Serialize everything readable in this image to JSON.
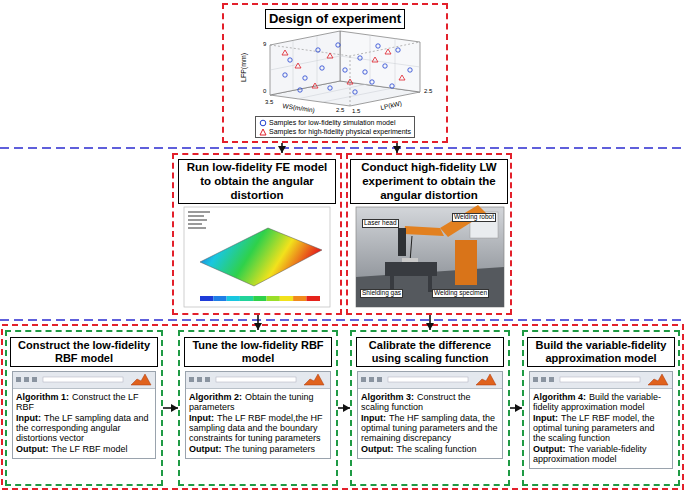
{
  "diagram": {
    "nodes": [
      {
        "text": [
          "Design of experiment"
        ]
      },
      {
        "text": [
          "Run low-fidelity FE model to obtain the angular distortion"
        ]
      },
      {
        "text": [
          "Conduct high-fidelity LW experiment to obtain the angular distortion"
        ]
      },
      {
        "text": [
          "Construct the low-fidelity RBF model"
        ]
      },
      {
        "text": [
          "Algorithm 1:",
          "Construct the LF RBF",
          "Input:",
          "The LF sampling data and the corresponding angular distortions vector",
          "Output:",
          "The LF RBF model"
        ],
        "in": 3
      },
      {
        "text": [
          "Tune the low-fidelity RBF model"
        ]
      },
      {
        "text": [
          "Algorithm 2:",
          "Obtain the tuning parameters",
          "Input:",
          "The LF RBF model,the HF sampling data and the boundary constraints for tuning parameters",
          "Output:",
          "The tuning parameters"
        ],
        "in": 5
      },
      {
        "text": [
          "Calibrate the difference using scaling function"
        ]
      },
      {
        "text": [
          "Algorithm 3:",
          "Construct the scaling function",
          "Input:",
          "The HF sampling data, the optimal tuning parameters and the remaining discrepancy",
          "Output:",
          "The scaling function"
        ],
        "in": 7
      },
      {
        "text": [
          "Build the variable-fidelity approximation model"
        ]
      },
      {
        "text": [
          "Algorithm 4:",
          "Build the variable-fidelity approximation model",
          "Input:",
          "The LF RBF model, the optimal tuning parameters and the scaling function",
          "Output:",
          "The variable-fidelity approximation model"
        ],
        "in": 9
      }
    ],
    "edges": [
      {
        "from": 0,
        "to": 1,
        "arrow": "to"
      },
      {
        "from": 0,
        "to": 2,
        "arrow": "to"
      },
      {
        "from": 1,
        "to": 5,
        "arrow": "to"
      },
      {
        "from": 2,
        "to": 7,
        "arrow": "to"
      },
      {
        "from": 3,
        "to": 5,
        "arrow": "to"
      },
      {
        "from": 5,
        "to": 7,
        "arrow": "to"
      },
      {
        "from": 7,
        "to": 9,
        "arrow": "to"
      }
    ],
    "labels": [
      "LFP(mm)",
      "WS(m/min)",
      "LP(kW)",
      "9",
      "0",
      "3.5",
      "2.5",
      "1.5",
      "2.5",
      "Laser head",
      "Welding robot",
      "Shielding gas",
      "Welding specimen"
    ],
    "legend": [
      {
        "text": "Samples for low-fidelity simulation model"
      },
      {
        "text": "Samples for high-fidelity physical experiments"
      }
    ]
  }
}
